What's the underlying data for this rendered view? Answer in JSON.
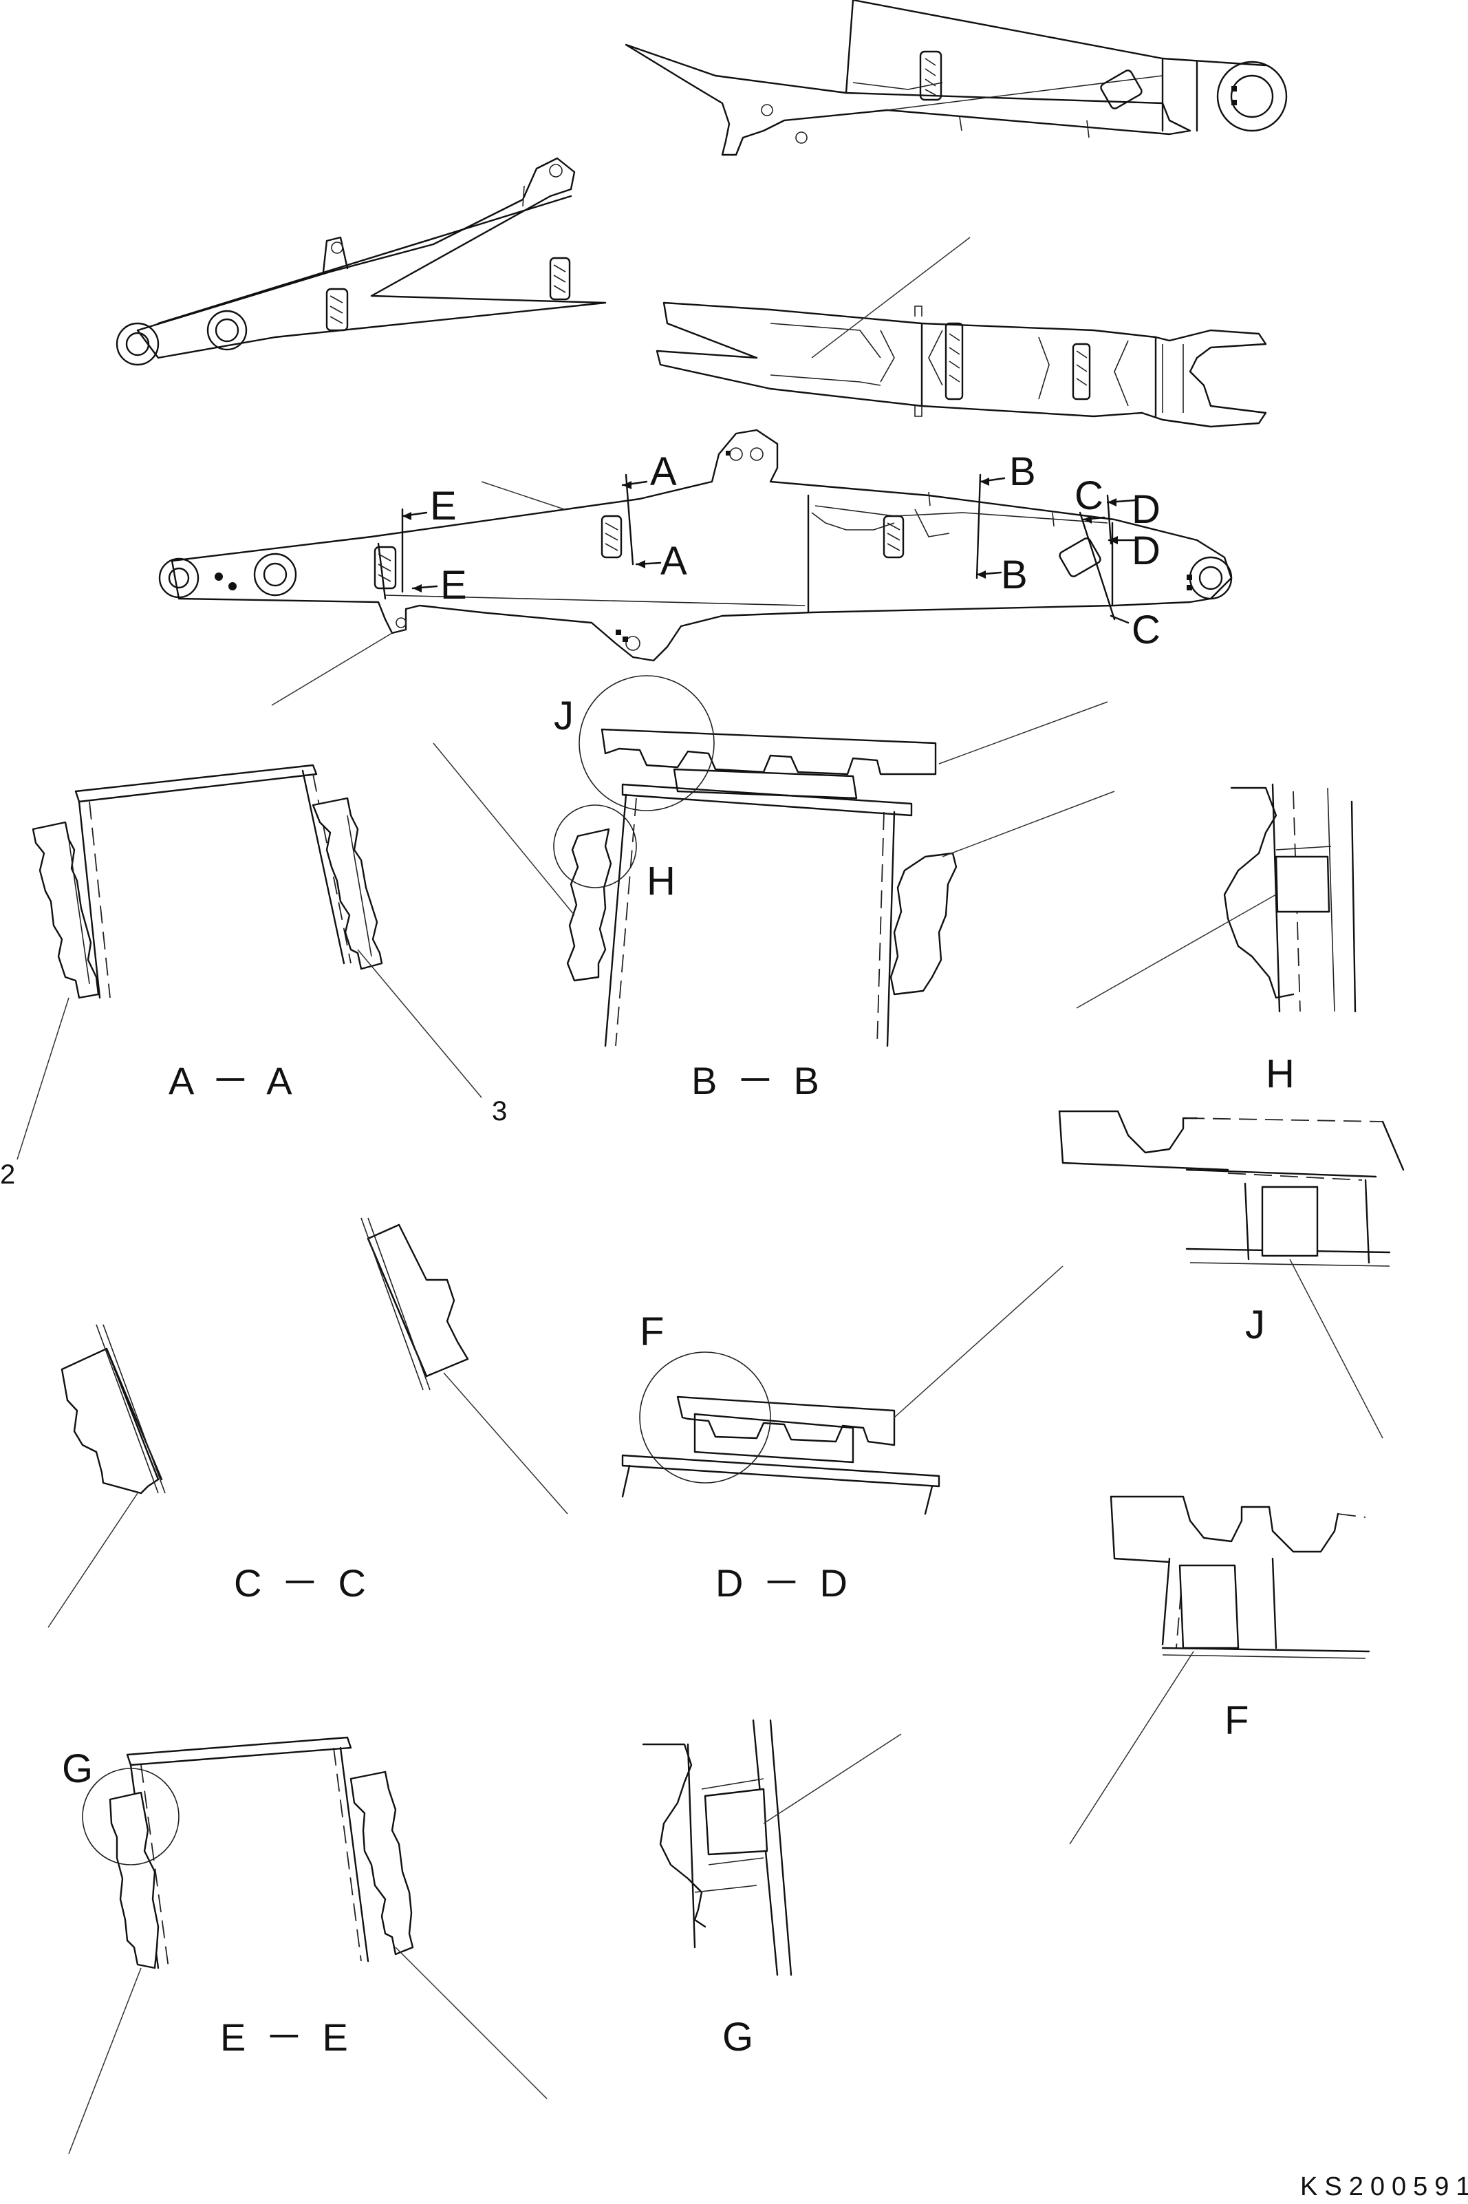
{
  "drawing_code": "KS200591",
  "item_numbers": [
    "2",
    "3"
  ],
  "section_marks": {
    "A": "A",
    "B": "B",
    "C": "C",
    "D": "D",
    "E": "E"
  },
  "detail_marks": {
    "F": "F",
    "G": "G",
    "H": "H",
    "J": "J"
  },
  "section_titles": {
    "AA": "A － A",
    "BB": "B － B",
    "CC": "C － C",
    "DD": "D － D",
    "EE": "E － E"
  },
  "detail_titles": {
    "H": "H",
    "J": "J",
    "F": "F",
    "G": "G"
  }
}
